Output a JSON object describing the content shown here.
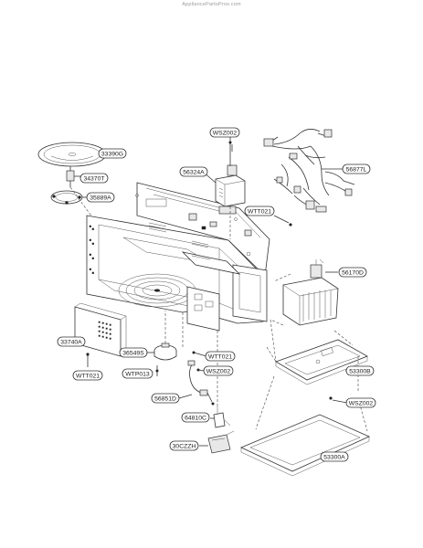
{
  "watermark": "AppliancePartsPros.com",
  "parts": [
    {
      "id": "p-33390g",
      "label": "33390G"
    },
    {
      "id": "p-34370t",
      "label": "34370T"
    },
    {
      "id": "p-35889a",
      "label": "35889A"
    },
    {
      "id": "p-wsz002-top",
      "label": "WSZ002"
    },
    {
      "id": "p-56324a",
      "label": "56324A"
    },
    {
      "id": "p-56877l",
      "label": "56877L"
    },
    {
      "id": "p-wtt021-top",
      "label": "WTT021"
    },
    {
      "id": "p-56170d",
      "label": "56170D"
    },
    {
      "id": "p-33740a",
      "label": "33740A"
    },
    {
      "id": "p-36549s",
      "label": "36549S"
    },
    {
      "id": "p-wtt021-mid",
      "label": "WTT021"
    },
    {
      "id": "p-wtt021-left",
      "label": "WTT021"
    },
    {
      "id": "p-wtp013",
      "label": "WTP013"
    },
    {
      "id": "p-wsz002-mid",
      "label": "WSZ002"
    },
    {
      "id": "p-53300b",
      "label": "53300B"
    },
    {
      "id": "p-wsz002-right",
      "label": "WSZ002"
    },
    {
      "id": "p-56851d",
      "label": "56851D"
    },
    {
      "id": "p-64810c",
      "label": "64810C"
    },
    {
      "id": "p-30czzh",
      "label": "30CZZH"
    },
    {
      "id": "p-53300a",
      "label": "53300A"
    }
  ]
}
